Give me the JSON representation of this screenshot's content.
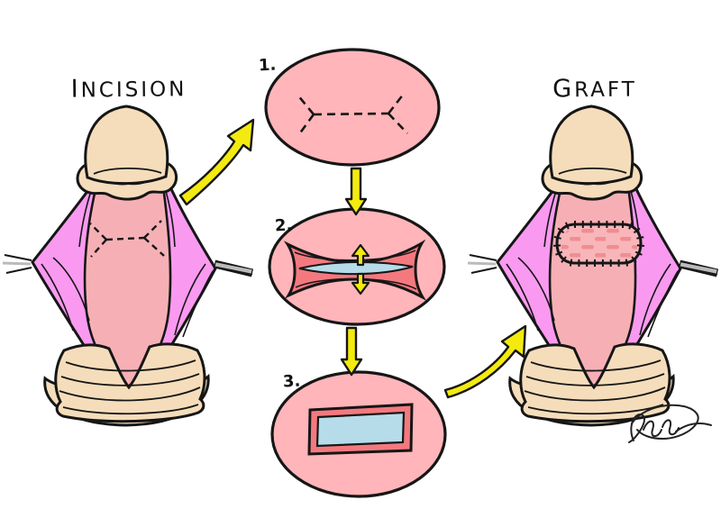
{
  "figure": {
    "type": "surgical-steps-diagram",
    "background": "#ffffff"
  },
  "panels": {
    "left": {
      "label": "INCISION"
    },
    "right": {
      "label": "GRAFT"
    }
  },
  "steps": [
    {
      "number": "1.",
      "icon": "dashed-h-incision-outline"
    },
    {
      "number": "2.",
      "icon": "incision-spread-open-with-traction-arrows"
    },
    {
      "number": "3.",
      "icon": "rectangular-graft-bed"
    }
  ],
  "icons": {
    "flow": [
      "curved-arrow-up-right",
      "arrow-down",
      "arrow-down",
      "curved-arrow-up-right"
    ],
    "traction": [
      "arrow-up",
      "arrow-down"
    ],
    "signature": "artist-signature-scribble",
    "instruments": [
      "stay-suture-threads",
      "retractor-forceps"
    ]
  },
  "colors": {
    "outline": "#161616",
    "pink": "#ffb5b9",
    "innerPink": "#f6b0b5",
    "magenta": "#f99af0",
    "tan": "#f5ddbb",
    "blue": "#b6dcea",
    "salmon": "#f4797f",
    "salmonLight": "#ef8e90",
    "yellow": "#f3ea0f",
    "gray": "#bbbbbb",
    "white": "#ffffff"
  }
}
